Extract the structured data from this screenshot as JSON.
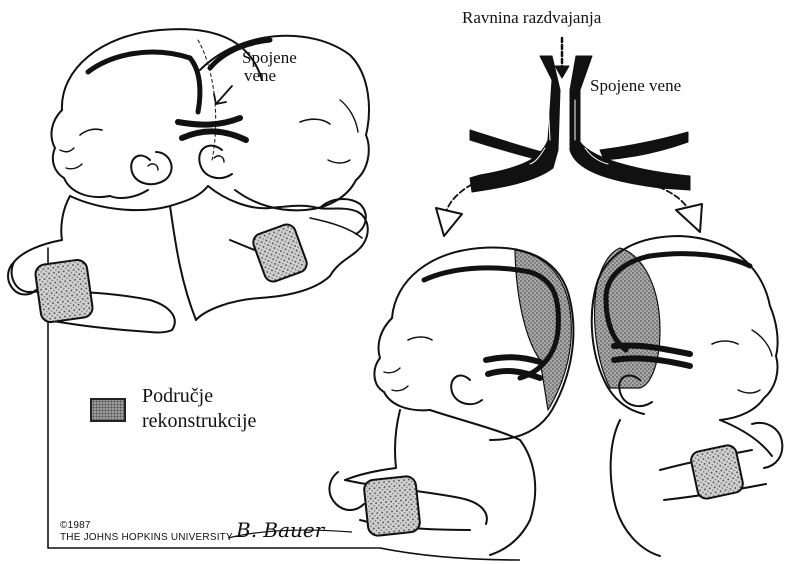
{
  "labels": {
    "separation_plane": "Ravnina razdvajanja",
    "joined_veins_top": "Spojene",
    "joined_veins_bottom": "vene",
    "joined_veins_right": "Spojene vene",
    "legend_line1": "Područje",
    "legend_line2": "rekonstrukcije",
    "copyright_year": "©1987",
    "copyright_holder": "THE JOHNS HOPKINS UNIVERSITY",
    "signature": "B. Bauer"
  },
  "colors": {
    "ink": "#111111",
    "reconstruction_area": "#9a9a9a",
    "background": "#ffffff"
  }
}
